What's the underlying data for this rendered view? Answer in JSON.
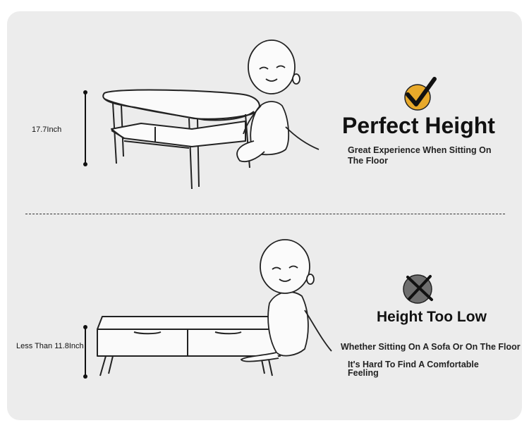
{
  "top": {
    "height_label": "17.7Inch",
    "title": "Perfect Height",
    "subtitle_line1": "Great Experience When Sitting On",
    "subtitle_line2": "The Floor",
    "badge_icon": "checkmark-icon",
    "badge_color": "#e8a92a"
  },
  "bottom": {
    "height_label": "Less Than 11.8Inch",
    "title": "Height Too Low",
    "subtitle_line1": "Whether Sitting On A Sofa Or On The Floor",
    "subtitle_line2": "It's Hard To Find A Comfortable",
    "subtitle_line3": "Feeling",
    "badge_icon": "cross-icon",
    "badge_color": "#6e6e6e"
  }
}
